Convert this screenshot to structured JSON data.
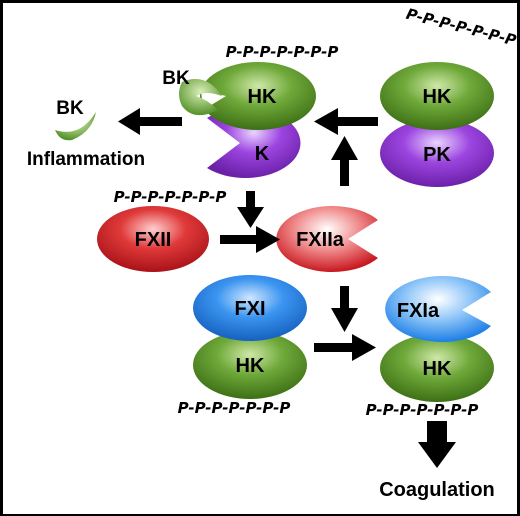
{
  "labels": {
    "hk_top_left": "HK",
    "k": "K",
    "bk_bound": "BK",
    "bk_free": "BK",
    "inflammation": "Inflammation",
    "hk_top_right": "HK",
    "pk": "PK",
    "fxii": "FXII",
    "fxiia": "FXIIa",
    "fxi": "FXI",
    "hk_bottom_left": "HK",
    "fxia": "FXIa",
    "hk_bottom_right": "HK",
    "coagulation": "Coagulation"
  },
  "polyphosphate": {
    "top_left": "P-P-P-P-P-P-P",
    "top_right": "P-P-P-P-P-P-P",
    "fxii": "P-P-P-P-P-P-P",
    "bottom_left": "P-P-P-P-P-P-P",
    "bottom_right": "P-P-P-P-P-P-P"
  },
  "colors": {
    "hk": "#4a8a1c",
    "k_pk": "#8a2ed0",
    "fxii": "#d0202a",
    "fxi": "#1e7fe6",
    "arrow": "#000000"
  }
}
